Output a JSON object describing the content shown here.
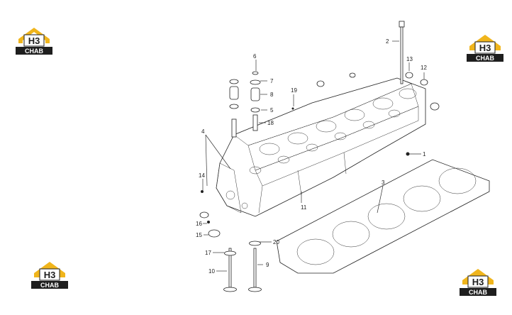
{
  "logo": {
    "text_top": "H3",
    "text_bottom": "CHAB",
    "accent": "#f0b51c",
    "dark": "#1e1e1e"
  },
  "callouts": [
    {
      "id": "1",
      "label": "1"
    },
    {
      "id": "2",
      "label": "2"
    },
    {
      "id": "3",
      "label": "3"
    },
    {
      "id": "4",
      "label": "4"
    },
    {
      "id": "5",
      "label": "5"
    },
    {
      "id": "6",
      "label": "6"
    },
    {
      "id": "7",
      "label": "7"
    },
    {
      "id": "8",
      "label": "8"
    },
    {
      "id": "9",
      "label": "9"
    },
    {
      "id": "10",
      "label": "10"
    },
    {
      "id": "11",
      "label": "11"
    },
    {
      "id": "12",
      "label": "12"
    },
    {
      "id": "13",
      "label": "13"
    },
    {
      "id": "14",
      "label": "14"
    },
    {
      "id": "15",
      "label": "15"
    },
    {
      "id": "16",
      "label": "16"
    },
    {
      "id": "17",
      "label": "17"
    },
    {
      "id": "18",
      "label": "18"
    },
    {
      "id": "19",
      "label": "19"
    },
    {
      "id": "20",
      "label": "20"
    }
  ]
}
